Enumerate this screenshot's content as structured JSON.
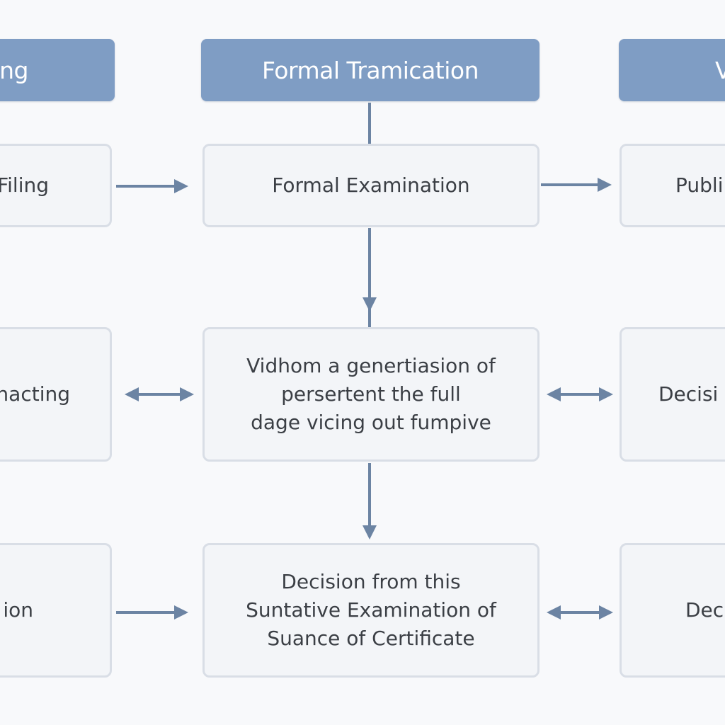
{
  "headers": {
    "left": "ng",
    "center": "Formal Tramication",
    "right": "V"
  },
  "row1": {
    "left": "Filing",
    "center": "Formal Examination",
    "right": "Publi"
  },
  "row2": {
    "left": "nacting",
    "center": [
      "Vidhom a genertiasion of",
      "persertent the full",
      "dage vicing out fumpive"
    ],
    "right": "Decisi"
  },
  "row3": {
    "left": "ion",
    "center": [
      "Decision from this",
      "Suntative Examination of",
      "Suance of Certificate"
    ],
    "right": "Dec"
  },
  "colors": {
    "header_fill": "#7f9dc4",
    "box_fill": "#f3f5f8",
    "box_border": "#d9dee6",
    "connector": "#6c84a3"
  }
}
